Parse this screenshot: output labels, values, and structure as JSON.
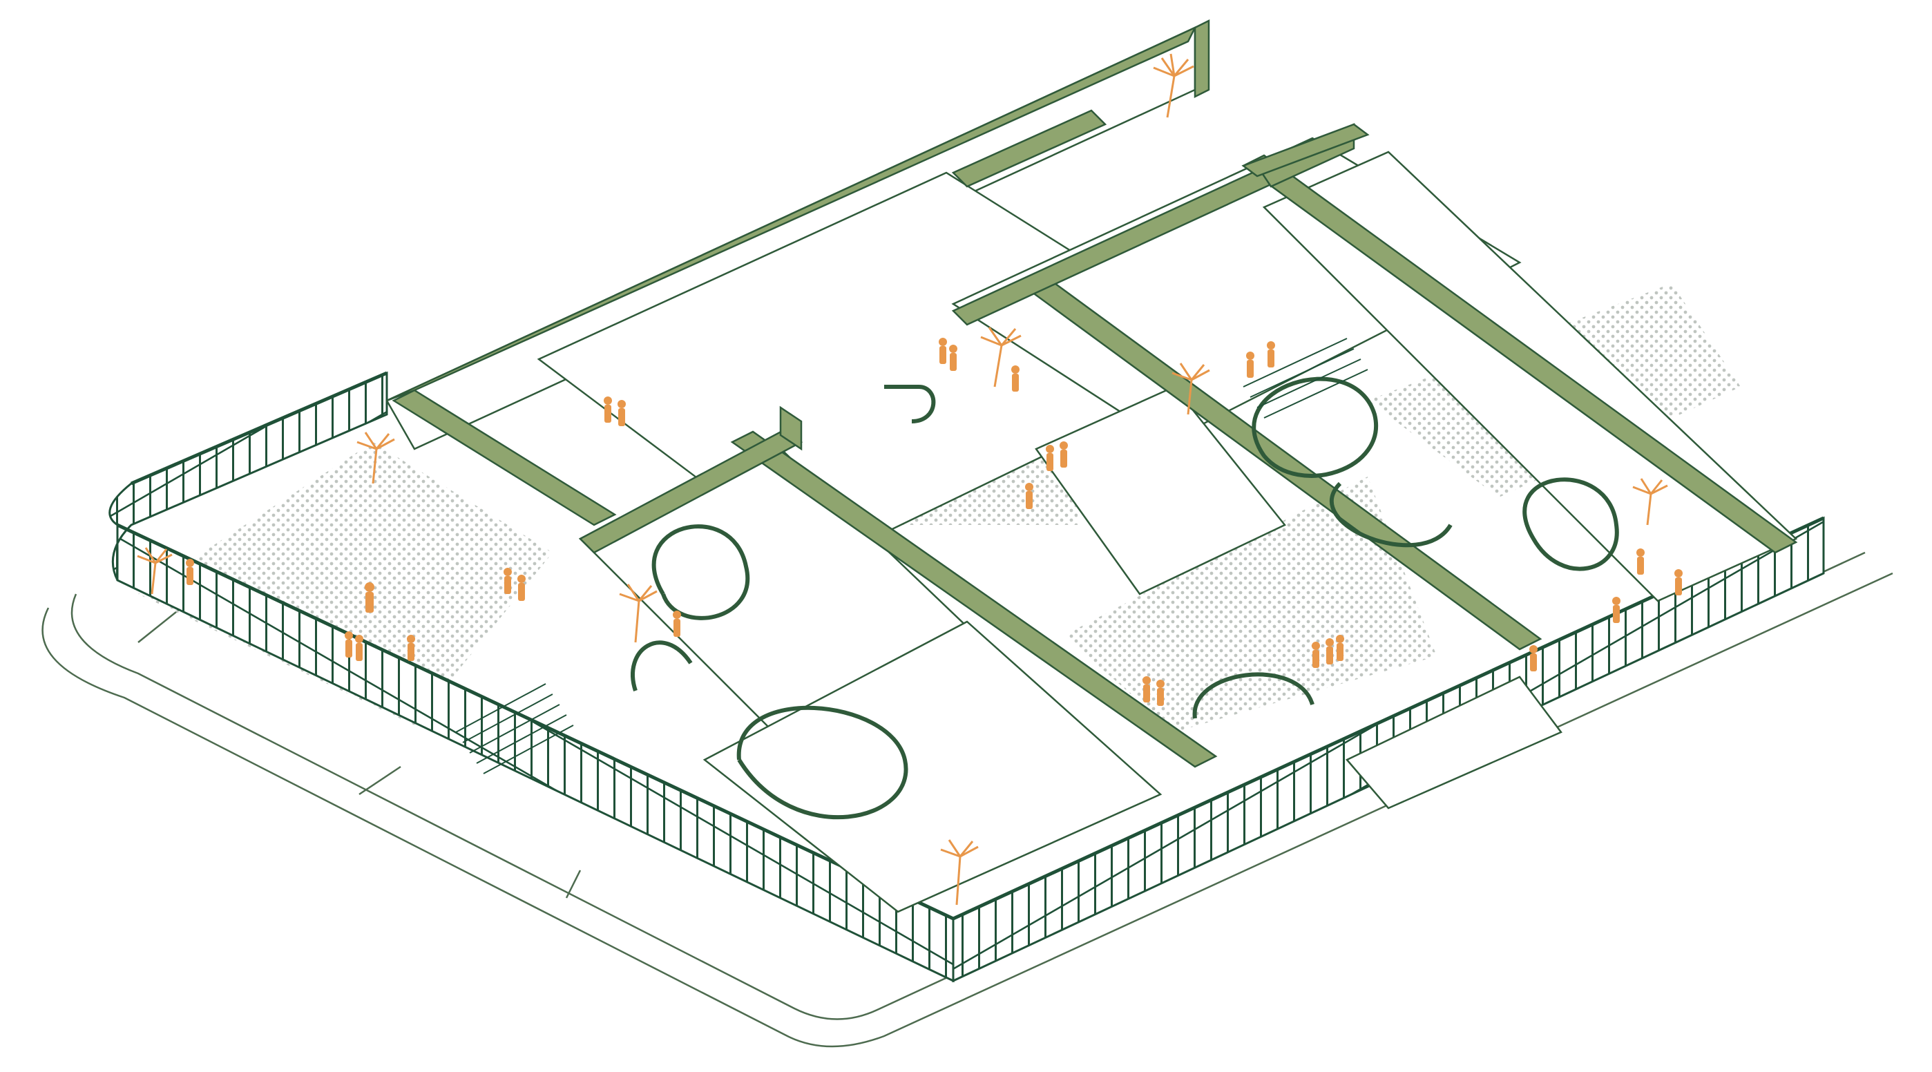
{
  "diagram": {
    "kind": "axonometric-architectural-drawing",
    "texts": [],
    "colors": {
      "background": "#ffffff",
      "wall_fill": "#8fa56f",
      "wall_top": "#7f9960",
      "line": "#2f5a3a",
      "thin_line": "#4d6b4f",
      "fence": "#1f5138",
      "courtyard_dots": "#bfc5c0",
      "figures": "#e8974a",
      "palms": "#e8974a"
    },
    "elements": [
      "perimeter-fence",
      "sidewalk-curb",
      "dotted-courtyard",
      "green-wall-beams",
      "interior-rooms",
      "curved-walls",
      "staircases",
      "palm-trees",
      "people-figures"
    ]
  }
}
